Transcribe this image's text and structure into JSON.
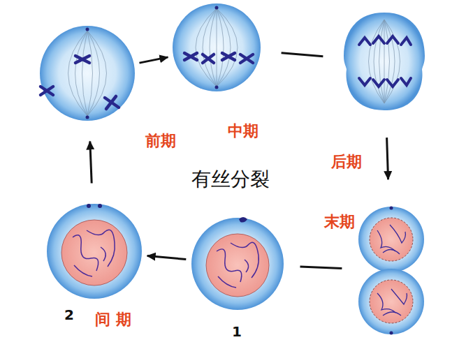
{
  "diagram": {
    "title": "有丝分裂",
    "nodes": [
      {
        "text": [
          "前期"
        ]
      },
      {
        "text": [
          "中期"
        ]
      },
      {
        "text": [
          "后期"
        ]
      },
      {
        "text": [
          "末期"
        ]
      },
      {
        "text": [
          "1"
        ]
      },
      {
        "text": [
          "2",
          "间 期"
        ]
      }
    ],
    "edges": [
      {
        "from": 5,
        "to": 0,
        "arrow": "to"
      },
      {
        "from": 0,
        "to": 1,
        "arrow": "to"
      },
      {
        "from": 1,
        "to": 2,
        "arrow": "none"
      },
      {
        "from": 2,
        "to": 3,
        "arrow": "to"
      },
      {
        "from": 3,
        "to": 4,
        "arrow": "none"
      },
      {
        "from": 4,
        "to": 5,
        "arrow": "to"
      }
    ]
  }
}
